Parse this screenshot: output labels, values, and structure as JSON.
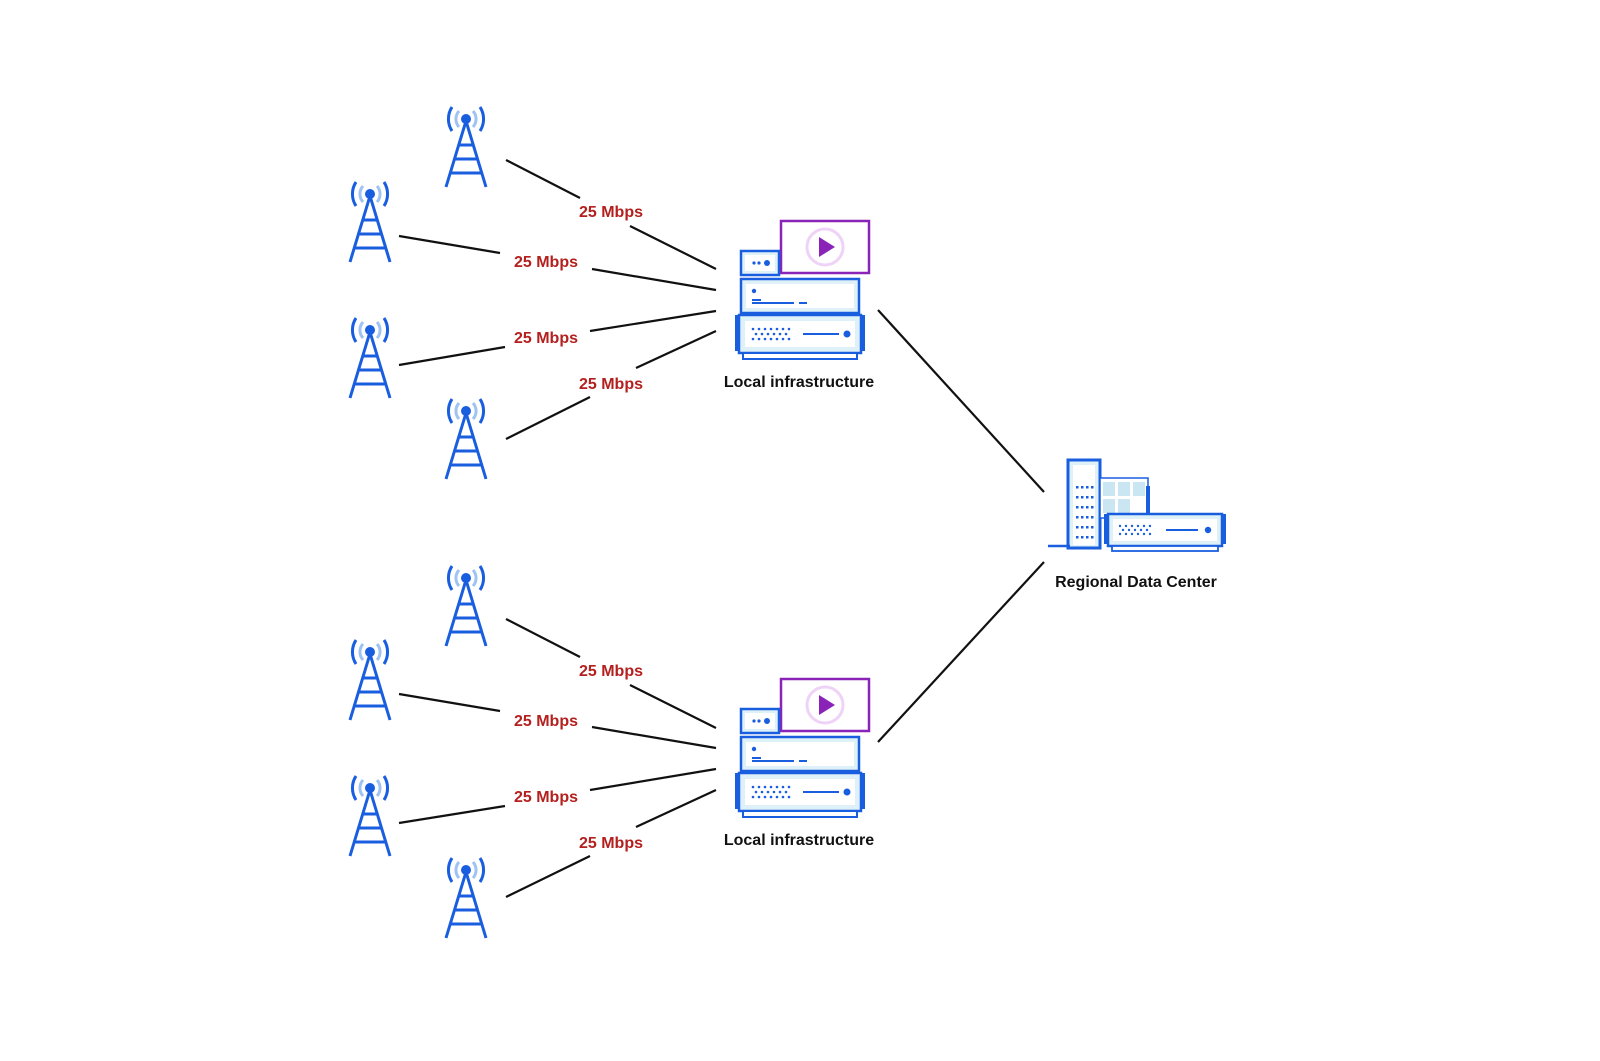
{
  "colors": {
    "icon_blue": "#1a5ee0",
    "icon_fill": "#dff1f8",
    "tower_wave_light": "#9fc3f2",
    "video_purple": "#8a24b8",
    "video_circle": "#efd3f7",
    "link_line": "#111111",
    "rate_label": "#b3201e"
  },
  "clusters": [
    {
      "node_label": "Local infrastructure",
      "links": [
        {
          "rate": "25 Mbps"
        },
        {
          "rate": "25 Mbps"
        },
        {
          "rate": "25 Mbps"
        },
        {
          "rate": "25 Mbps"
        }
      ]
    },
    {
      "node_label": "Local infrastructure",
      "links": [
        {
          "rate": "25 Mbps"
        },
        {
          "rate": "25 Mbps"
        },
        {
          "rate": "25 Mbps"
        },
        {
          "rate": "25 Mbps"
        }
      ]
    }
  ],
  "datacenter": {
    "label": "Regional Data Center"
  },
  "icons": {
    "tower": "cell-tower-icon",
    "local": "server-stack-with-video-icon",
    "datacenter": "data-center-building-icon"
  }
}
